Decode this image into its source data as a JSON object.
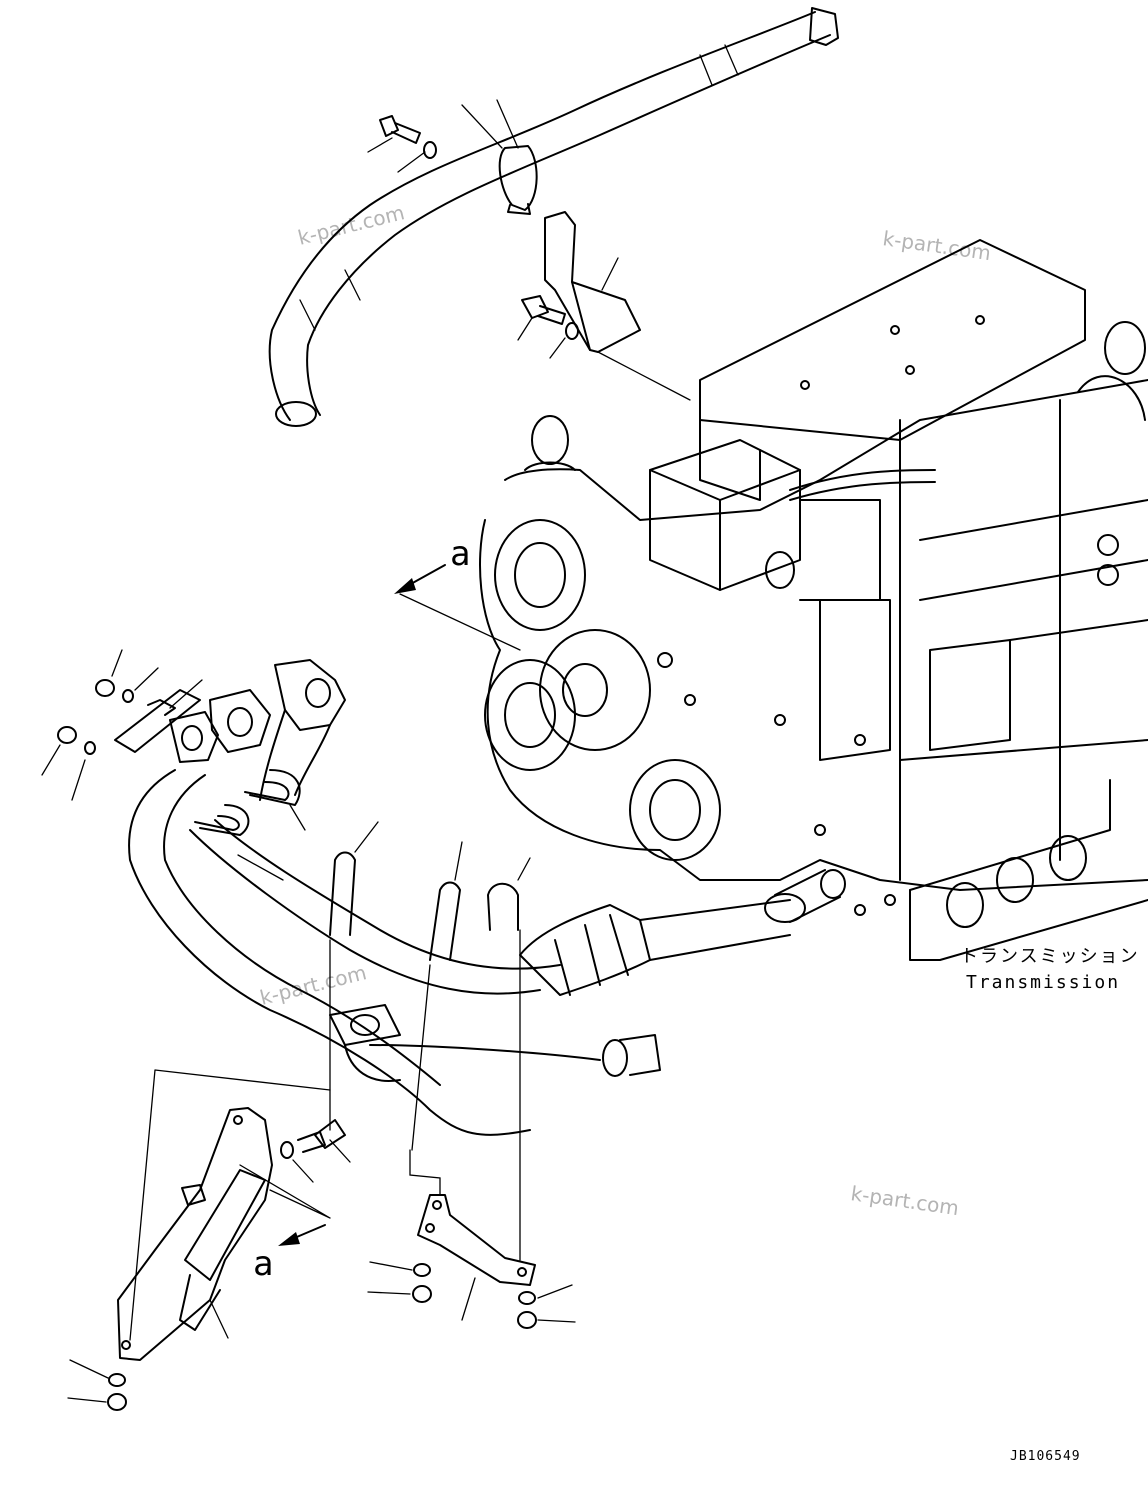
{
  "watermarks": [
    "k-part.com",
    "k-part.com",
    "k-part.com",
    "k-part.com"
  ],
  "view_labels": [
    "a",
    "a"
  ],
  "transmission_label": {
    "japanese": "トランスミッション",
    "english": "Transmission"
  },
  "drawing_code": "JB106549",
  "colors": {
    "line": "#000000",
    "watermark": "#b4b4b4",
    "background": "#ffffff"
  }
}
